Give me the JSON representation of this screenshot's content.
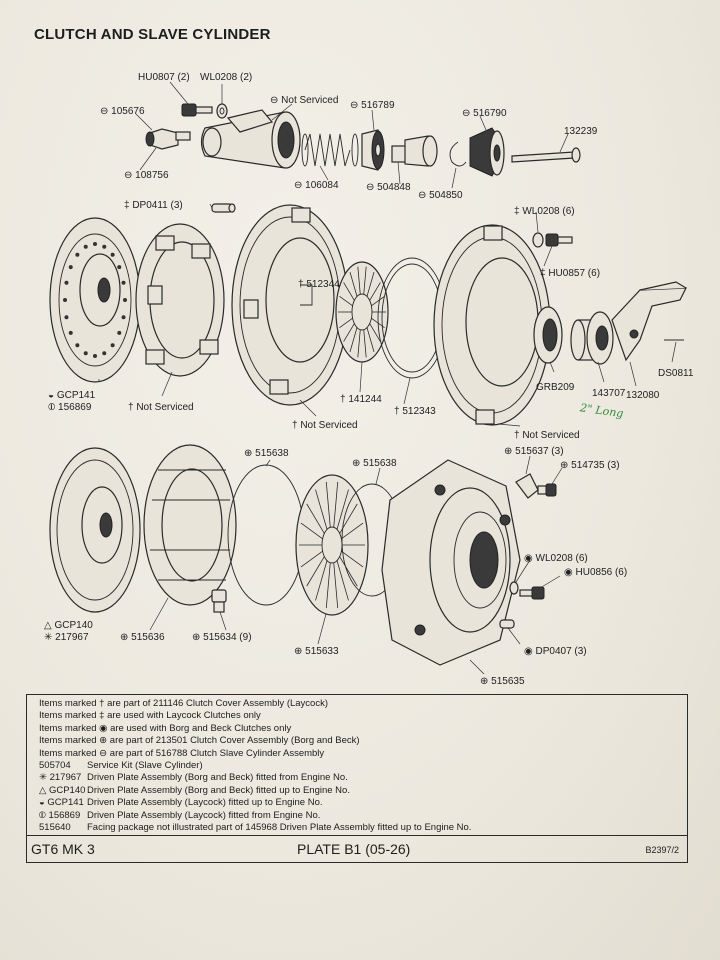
{
  "title": "CLUTCH AND SLAVE CYLINDER",
  "labels": {
    "hu0807": "HU0807 (2)",
    "wl0208a": "WL0208 (2)",
    "not_serviced_1": "⊖ Not Serviced",
    "p105676": "⊖ 105676",
    "p108756": "⊖ 108756",
    "p516789": "⊖ 516789",
    "p516790": "⊖ 516790",
    "p132239": "132239",
    "p106084": "⊖ 106084",
    "p504848": "⊖ 504848",
    "p504850": "⊖ 504850",
    "dp0411": "‡ DP0411 (3)",
    "wl0208b": "‡ WL0208 (6)",
    "hu0857": "‡ HU0857 (6)",
    "p512344": "† 512344",
    "gcp141": "◒ GCP141",
    "p156869a": "⦶ 156869",
    "not_serviced_2": "† Not Serviced",
    "p141244": "† 141244",
    "not_serviced_3": "† Not Serviced",
    "p512343": "† 512343",
    "not_serviced_4": "† Not Serviced",
    "grb209": "GRB209",
    "p143707": "143707",
    "p132080": "132080",
    "ds0811": "DS0811",
    "handnote": "2\" Long",
    "p515638a": "⊕ 515638",
    "p515638b": "⊕ 515638",
    "p515637": "⊕ 515637 (3)",
    "p514735": "⊕ 514735 (3)",
    "wl0208c": "◉ WL0208 (6)",
    "hu0856": "◉ HU0856 (6)",
    "gcp140": "△ GCP140",
    "p217967": "✳ 217967",
    "p515636": "⊕ 515636",
    "p515634": "⊕ 515634 (9)",
    "p515633": "⊕ 515633",
    "dp0407": "◉ DP0407 (3)",
    "p515635": "⊕ 515635"
  },
  "legend": [
    {
      "code": "",
      "text": "Items marked † are part of 211146 Clutch Cover Assembly (Laycock)"
    },
    {
      "code": "",
      "text": "Items marked ‡ are used with Laycock Clutches only"
    },
    {
      "code": "",
      "text": "Items marked ◉ are used with Borg and Beck Clutches only"
    },
    {
      "code": "",
      "text": "Items marked ⊕ are part of 213501 Clutch Cover Assembly (Borg and Beck)"
    },
    {
      "code": "",
      "text": "Items marked ⊖ are part of 516788 Clutch Slave Cylinder Assembly"
    },
    {
      "code": "505704",
      "text": "Service Kit (Slave Cylinder)"
    },
    {
      "code": "✳ 217967",
      "text": "Driven Plate Assembly (Borg and Beck) fitted from Engine No."
    },
    {
      "code": "△ GCP140",
      "text": "Driven Plate Assembly (Borg and Beck) fitted up to Engine No."
    },
    {
      "code": "◒ GCP141",
      "text": "Driven Plate Assembly  (Laycock)       fitted up to Engine No."
    },
    {
      "code": "⦶ 156869",
      "text": "Driven Plate Assembly  (Laycock)       fitted from Engine No."
    },
    {
      "code": "515640",
      "text": "Facing package not illustrated part of 145968 Driven Plate Assembly fitted up to Engine No."
    }
  ],
  "footer": {
    "model": "GT6 MK 3",
    "plate": "PLATE B1 (05-26)",
    "ref": "B2397/2"
  }
}
